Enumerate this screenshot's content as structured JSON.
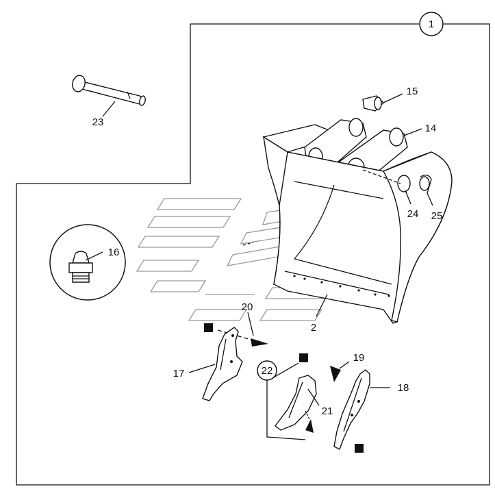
{
  "figure": {
    "group_badge": "1",
    "sub_badge": "22",
    "callouts": {
      "c15": "15",
      "c14": "14",
      "c23": "23",
      "c16": "16",
      "c24": "24",
      "c25": "25",
      "c2": "2",
      "c20": "20",
      "c19": "19",
      "c17": "17",
      "c18": "18",
      "c21": "21"
    }
  }
}
